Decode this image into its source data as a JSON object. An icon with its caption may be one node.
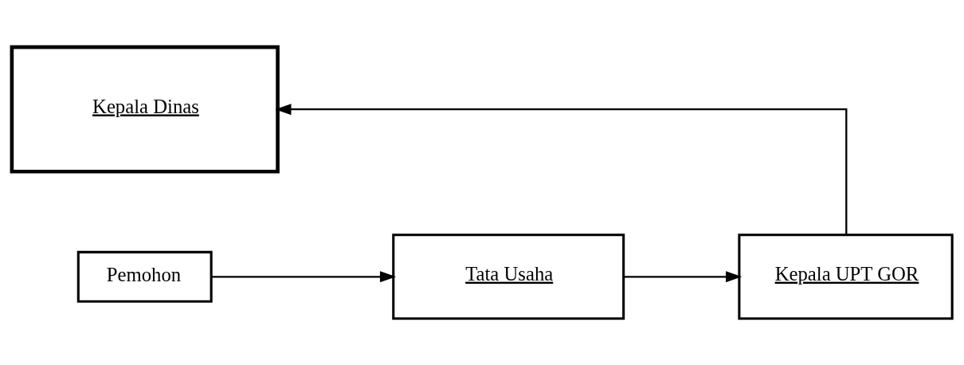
{
  "diagram": {
    "nodes": [
      {
        "text": [
          "Kepala Dinas"
        ]
      },
      {
        "text": [
          "Kepala UPT GOR"
        ]
      },
      {
        "text": [
          "Pemohon"
        ]
      },
      {
        "text": [
          "Tata Usaha"
        ]
      }
    ],
    "edges": [
      {
        "from": 2,
        "to": 3,
        "arrow": "to"
      },
      {
        "from": 3,
        "to": 1,
        "arrow": "to"
      },
      {
        "from": 1,
        "to": 0,
        "arrow": "to"
      }
    ]
  }
}
